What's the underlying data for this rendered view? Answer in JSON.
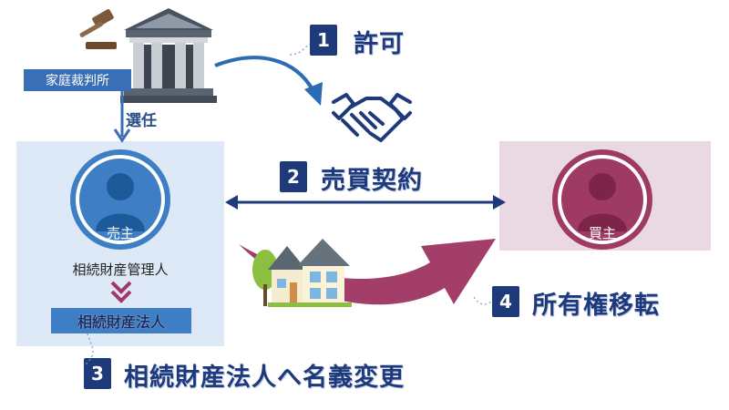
{
  "court": {
    "label": "家庭裁判所"
  },
  "selection_label": "選任",
  "steps": [
    {
      "number": "1",
      "label": "許可"
    },
    {
      "number": "2",
      "label": "売買契約"
    },
    {
      "number": "3",
      "label": "相続財産法人へ名義変更"
    },
    {
      "number": "4",
      "label": "所有権移転"
    }
  ],
  "seller": {
    "avatar_label": "売主",
    "role": "相続財産管理人",
    "corporation": "相続財産法人"
  },
  "buyer": {
    "avatar_label": "買主"
  },
  "colors": {
    "navy": "#1f3a7a",
    "seller_bg": "#dde9f7",
    "buyer_bg": "#ead8e2",
    "maroon": "#9e3a63",
    "blue_arrow": "#2b6cb5"
  },
  "icons": [
    "gavel-icon",
    "courthouse-icon",
    "handshake-icon",
    "house-icon",
    "tree-icon",
    "person-icon"
  ]
}
